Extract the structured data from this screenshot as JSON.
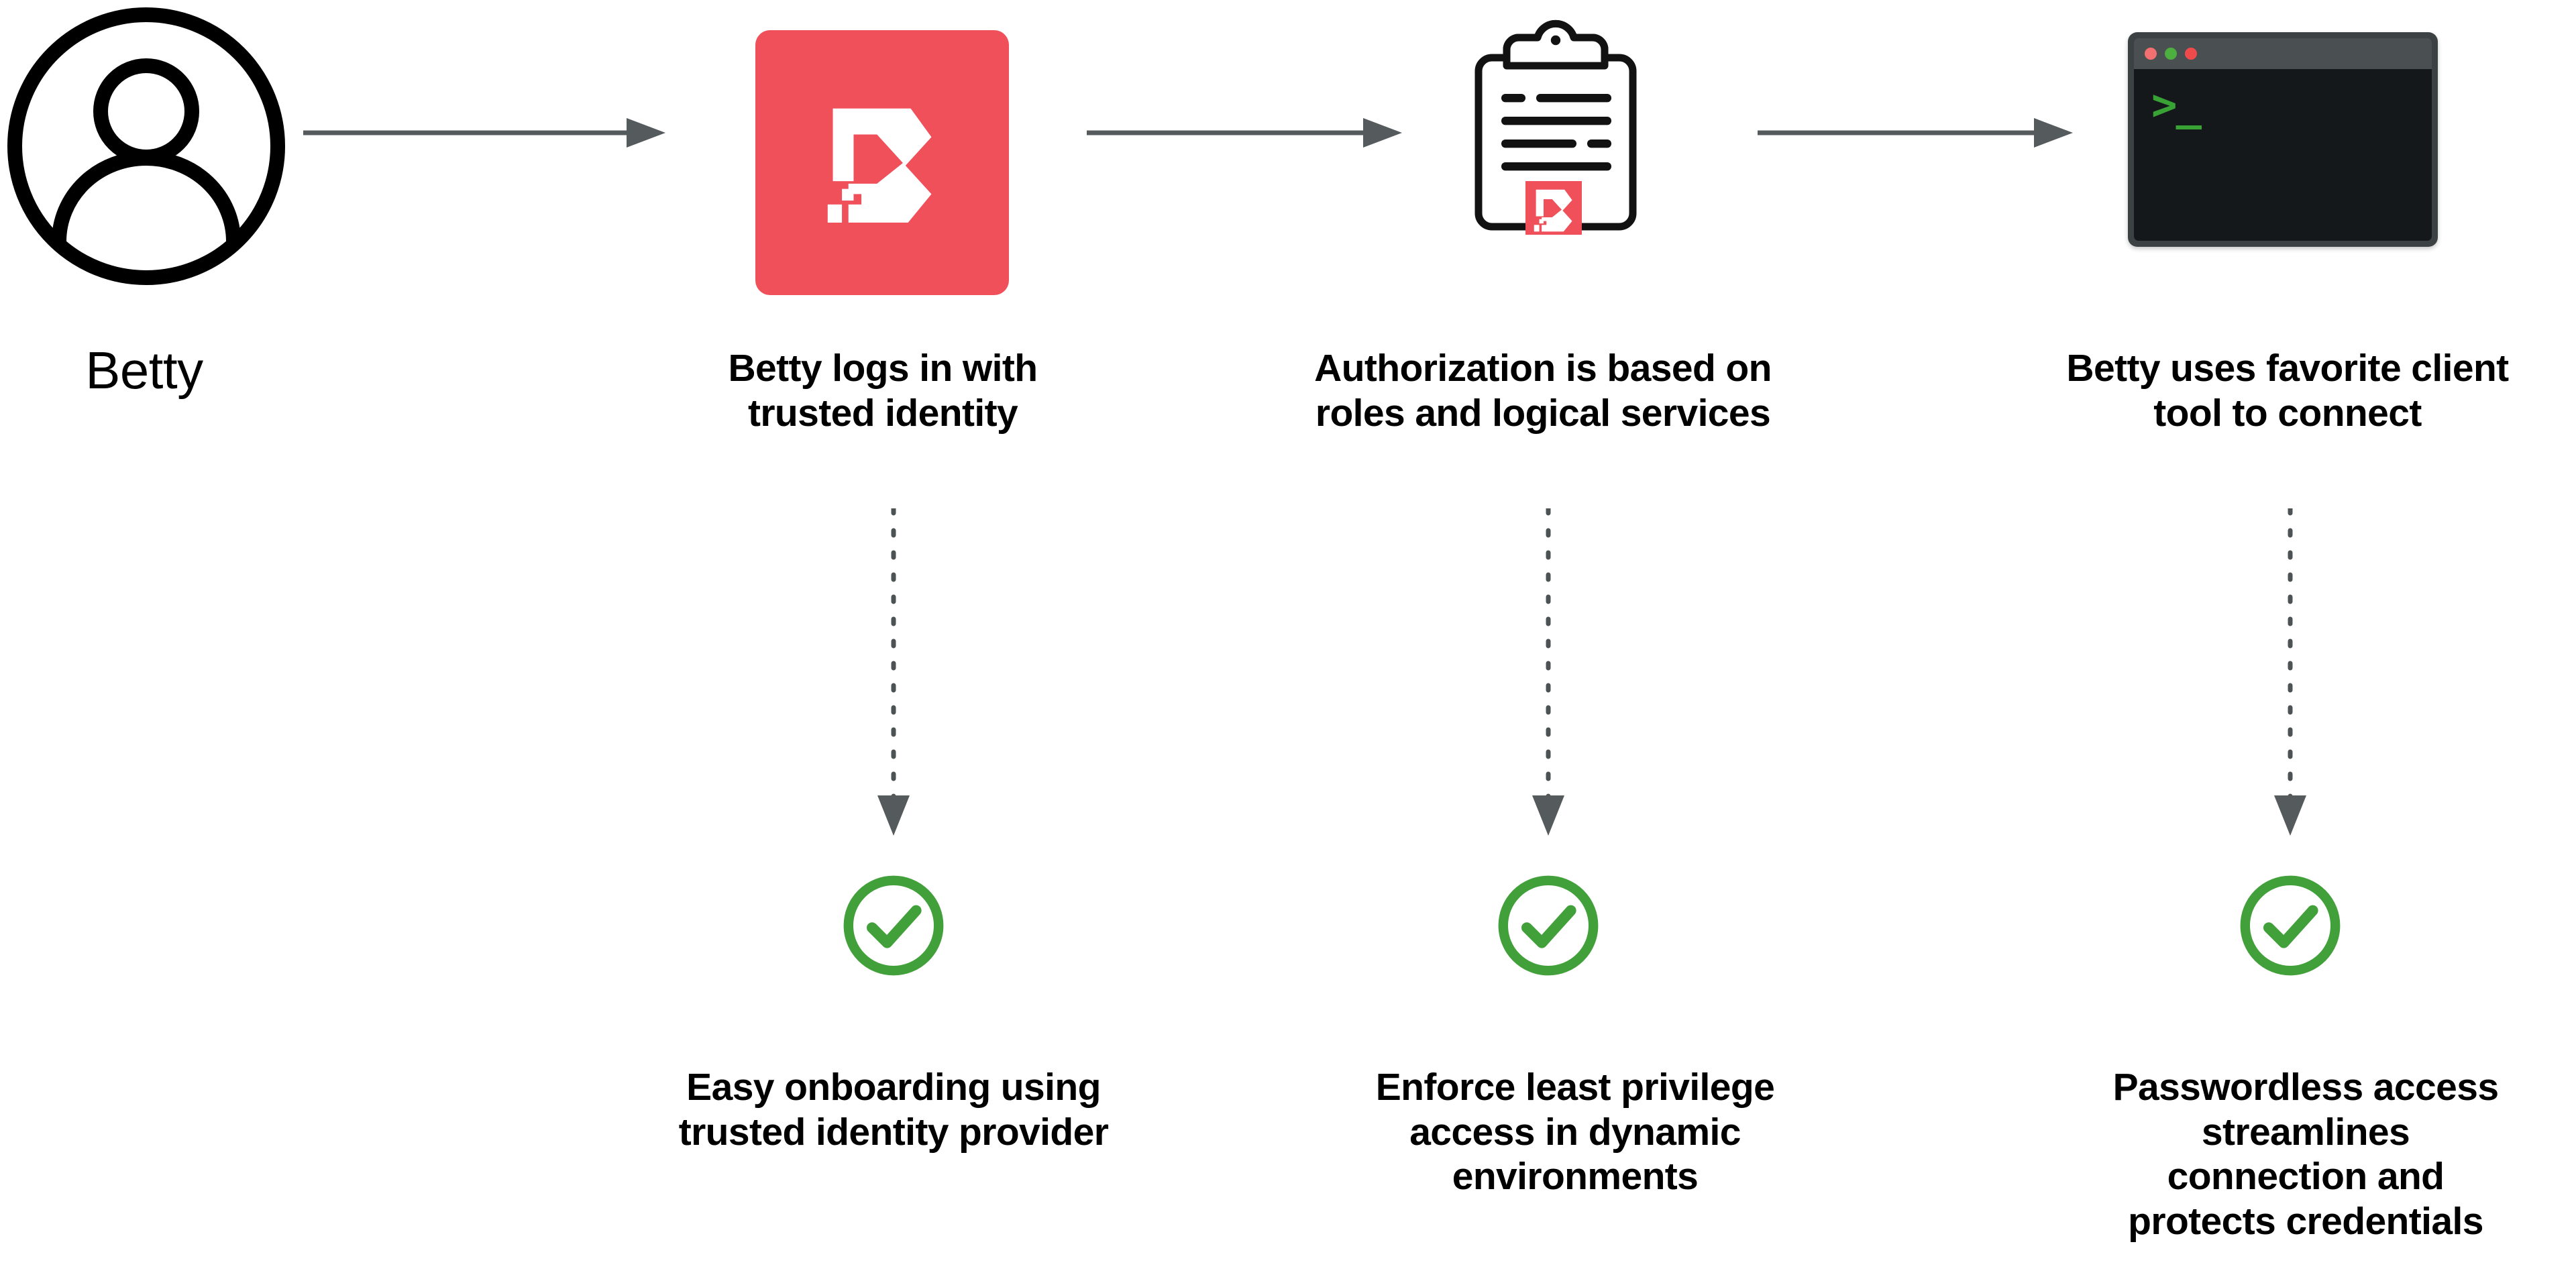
{
  "colors": {
    "brand_red": "#f0505a",
    "check_green": "#41a03a",
    "arrow_gray": "#555a5d",
    "terminal_frame": "#3c4144",
    "terminal_titlebar": "#4a4f52",
    "terminal_screen": "#15181a",
    "terminal_text_green": "#39a235",
    "text_black": "#000000"
  },
  "persona": {
    "name": "Betty",
    "avatar_icon": "user-avatar-icon"
  },
  "flow": {
    "arrows": [
      {
        "name": "arrow-user-to-brand",
        "direction": "right"
      },
      {
        "name": "arrow-brand-to-policy",
        "direction": "right"
      },
      {
        "name": "arrow-policy-to-terminal",
        "direction": "right"
      }
    ]
  },
  "steps": [
    {
      "id": "step-identity",
      "icon": "beyondtrust-logo-icon",
      "caption_lines": [
        "Betty logs in with",
        "trusted identity"
      ],
      "dotted_arrow": "dotted-arrow-down",
      "check_icon": "check-circle-icon",
      "benefit_lines": [
        "Easy onboarding using",
        "trusted identity provider"
      ]
    },
    {
      "id": "step-authorization",
      "icon": "clipboard-policy-icon",
      "caption_lines": [
        "Authorization is based on",
        "roles and logical services"
      ],
      "dotted_arrow": "dotted-arrow-down",
      "check_icon": "check-circle-icon",
      "benefit_lines": [
        "Enforce least privilege",
        "access in dynamic",
        "environments"
      ]
    },
    {
      "id": "step-connect",
      "icon": "terminal-window-icon",
      "caption_lines": [
        "Betty uses favorite client",
        "tool to connect"
      ],
      "dotted_arrow": "dotted-arrow-down",
      "check_icon": "check-circle-icon",
      "benefit_lines": [
        "Passwordless access",
        "streamlines",
        "connection and",
        "protects credentials"
      ]
    }
  ],
  "terminal": {
    "prompt_text": ">_",
    "dots": [
      {
        "name": "terminal-dot-close",
        "color": "#f2706f"
      },
      {
        "name": "terminal-dot-minimize",
        "color": "#4caf3f"
      },
      {
        "name": "terminal-dot-maximize",
        "color": "#f04b4b"
      }
    ]
  }
}
